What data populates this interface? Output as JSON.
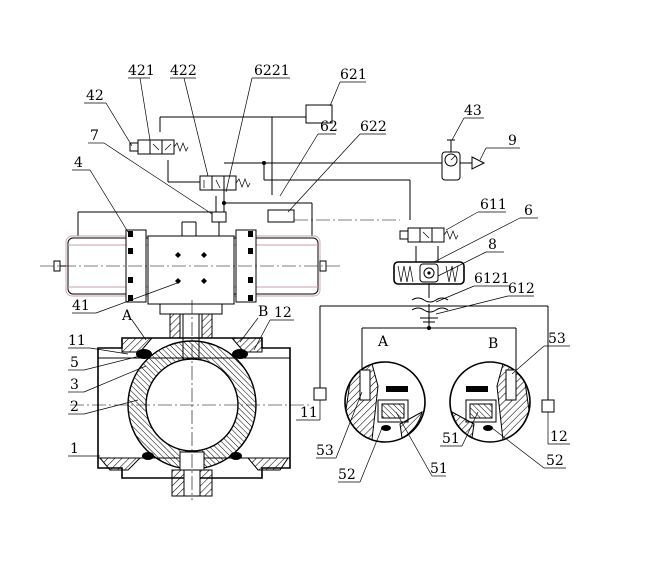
{
  "labels": {
    "l421": "421",
    "l422": "422",
    "l6221": "6221",
    "l621": "621",
    "l42": "42",
    "l62": "62",
    "l622": "622",
    "l43": "43",
    "l7": "7",
    "l9": "9",
    "l4": "4",
    "l611": "611",
    "l6": "6",
    "l8": "8",
    "l41": "41",
    "l6121": "6121",
    "l612": "612",
    "lA": "A",
    "lB": "B",
    "l12": "12",
    "l11": "11",
    "l5": "5",
    "l53a": "53",
    "lA2": "A",
    "lB2": "B",
    "l3": "3",
    "l2": "2",
    "l11b": "11",
    "l12b": "12",
    "l1": "1",
    "l53b": "53",
    "l51a": "51",
    "l52a": "52",
    "l51b": "51",
    "l52b": "52"
  },
  "colors": {
    "line": "#000000",
    "actuator_outline": "#c7a0a8"
  }
}
